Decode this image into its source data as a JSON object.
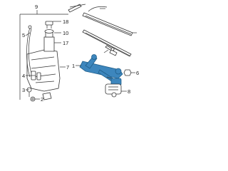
{
  "callouts": {
    "c9": "9",
    "c18": "18",
    "c10": "10",
    "c17": "17",
    "c5": "5",
    "c7": "7",
    "c4": "4",
    "c3": "3",
    "c2": "2",
    "c1": "1",
    "c6": "6",
    "c8": "8"
  },
  "colors": {
    "highlight": "#3d86bd",
    "outline": "#333333",
    "background": "#ffffff"
  }
}
